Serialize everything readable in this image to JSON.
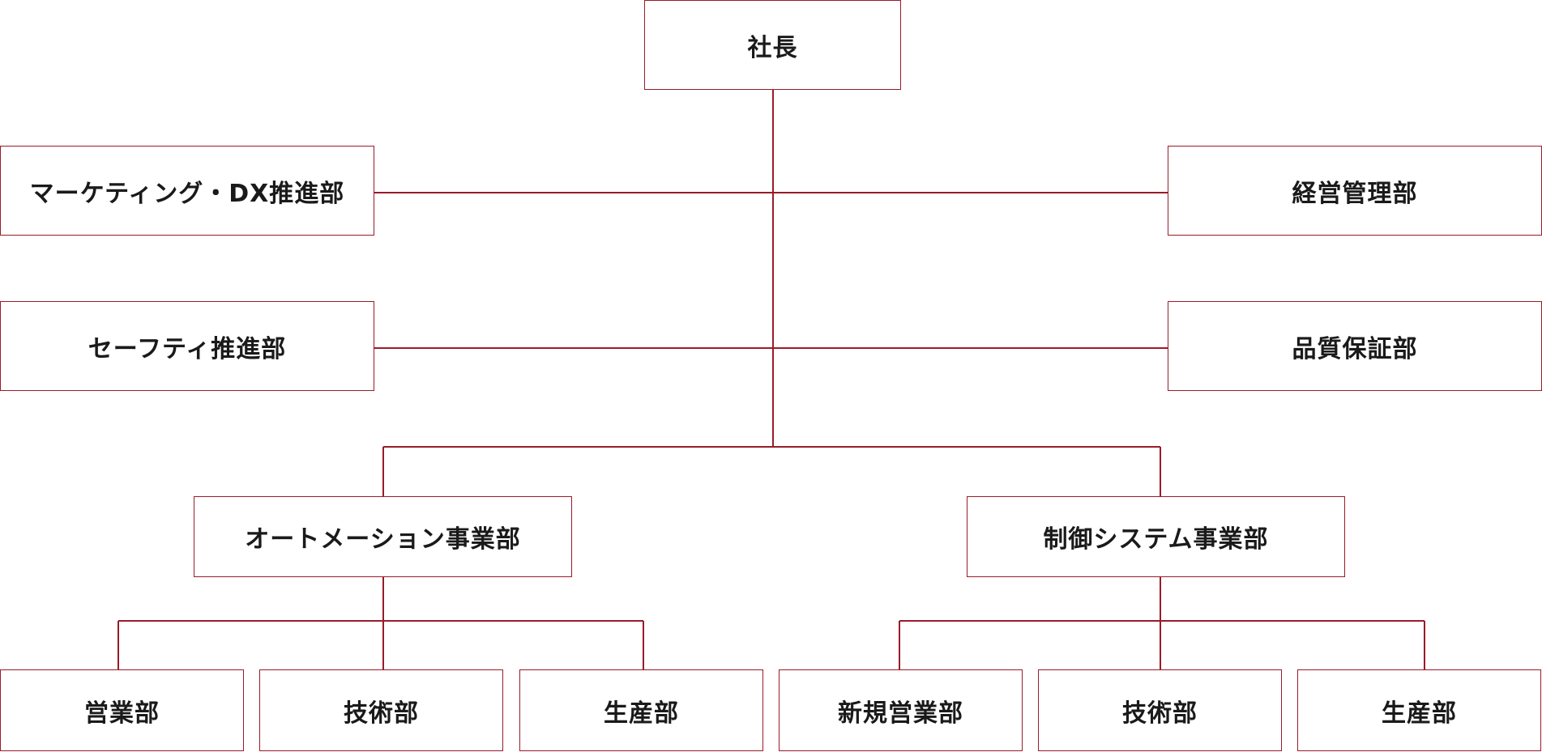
{
  "colors": {
    "border": "#9a1b2a",
    "line": "#9a1b2a",
    "text": "#1a1a1a",
    "background": "#ffffff"
  },
  "org": {
    "president": "社長",
    "staff_left": [
      "マーケティング・DX推進部",
      "セーフティ推進部"
    ],
    "staff_right": [
      "経営管理部",
      "品質保証部"
    ],
    "divisions": [
      {
        "name": "オートメーション事業部",
        "departments": [
          "営業部",
          "技術部",
          "生産部"
        ]
      },
      {
        "name": "制御システム事業部",
        "departments": [
          "新規営業部",
          "技術部",
          "生産部"
        ]
      }
    ]
  }
}
